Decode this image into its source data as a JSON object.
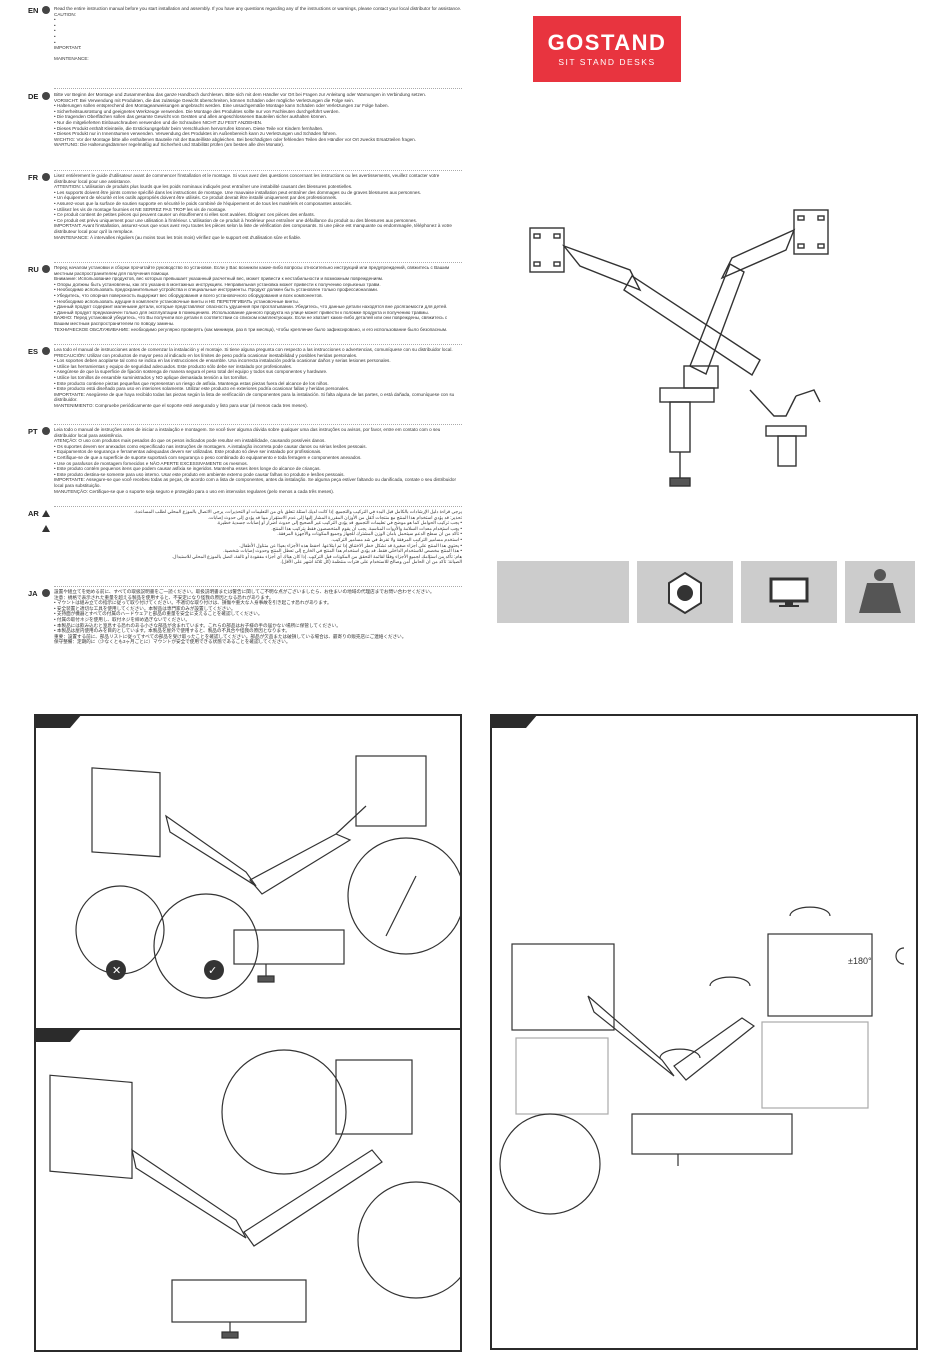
{
  "brand": {
    "name": "GOSTAND",
    "tagline": "SIT STAND DESKS",
    "color": "#e8343f"
  },
  "languages": [
    {
      "code": "EN",
      "text": "Read the entire instruction manual before you start installation and assembly. If you have any questions regarding any of the instructions or warnings, please contact your local distributor for assistance.\nCAUTION:\n•\n•\n•\n•\n•\nIMPORTANT:\n\nMAINTENANCE:"
    },
    {
      "code": "DE",
      "text": "Bitte vor Beginn der Montage und Zusammenbau das ganze Handbuch durchlesen. Bitte sich mit dem Händler vor Ort bei Fragen zur Anleitung oder Warnungen in Verbindung setzen.\nVORSICHT: Bei Verwendung mit Produkten, die das zulässige Gewicht überschreiten, können Schäden oder mögliche Verletzungen die Folge sein.\n• Halterungen sollen entsprechend den Montageanweisungen angebracht werden. Eine unsachgemäße Montage kann Schäden oder Verletzungen zur Folge haben.\n• Sicherheitsausrüstung und geeignetes Werkzeuge verwenden. Die Montage des Produktes sollte nur von Fachleuten durchgeführt werden.\n• Die tragenden Oberflächen sollen das gesamte Gewicht von Geräten und allen angeschlossenen Bauteilen sicher aushalten können.\n• Nur die mitgelieferten Einbauschrauben verwenden und die Schrauben NICHT ZU FEST ANZIEHEN.\n• Dieses Produkt enthält Kleinteile, die Erstickungsgefahr beim Verschlucken hervorrufen können. Diese Teile vor Kindern fernhalten.\n• Dieses Produkt nur in Innenräumen verwenden. Verwendung des Produktes im Außenbereich kann zu Verletzungen und Schäden führen.\nWICHTIG: Vor der Montage bitte alle enthaltenen Bauteile mit der Bauteilliste abgleichen. Bei beschädigten oder fehlenden Teilen den Händler vor Ort zwecks Ersatzteilen fragen.\nWARTUNG: Die Halterungsdämmer regelmäßig auf Sicherheit und Stabilität prüfen (am besten alle drei Monate)."
    },
    {
      "code": "FR",
      "text": "Lisez entièrement le guide d'utilisateur avant de commencer l'installation et le montage. Si vous avez des questions concernant les instructions ou les avertissements, veuillez contacter votre distributeur local pour une assistance.\nATTENTION: L'utilisation de produits plus lourds que les poids nominaux indiqués peut entraîner une instabilité causant des blessures potentielles.\n• Les supports doivent être joints comme spécifié dans les instructions de montage. Une mauvaise installation peut entraîner des dommages ou de graves blessures aux personnes.\n• Un équipement de sécurité et les outils appropriés doivent être utilisés. Ce produit devrait être installé uniquement par des professionnels.\n• Assurez-vous que la surface de soutien supporte en sécurité le poids combiné de l'équipement et de tous les matériels et composantes associés.\n• Utilisez les vis de montage fournies et NE SERREZ PAS TROP les vis de montage.\n• Ce produit contient de petites pièces qui peuvent causer un étouffement si elles sont avalées. Éloignez ces pièces des enfants.\n• Ce produit est prévu uniquement pour une utilisation à l'intérieur. L'utilisation de ce produit à l'extérieur peut entraîner une défaillance du produit ou des blessures aux personnes.\nIMPORTANT: Avant l'installation, assurez-vous que vous avez reçu toutes les pièces selon la liste de vérification des composants. Si une pièce est manquante ou endommagée, téléphonez à votre distributeur local pour qu'il la remplace.\nMAINTENANCE: À intervalles réguliers (au moins tous les trois mois) vérifiez que le support est d'utilisation sûre et fiable."
    },
    {
      "code": "RU",
      "text": "Перед началом установки и сборки прочитайте руководство по установке. Если у Вас возникли какие-либо вопросы относительно инструкций или предупреждений, свяжитесь с Вашим местным распространителем для получения помощи.\nВнимание: Использование продуктов, вес которых превышает указанный расчетный вес, может привести к нестабильности и возможным повреждениям.\n• Опоры должны быть установлены, как это указано в монтажных инструкциях. Неправильная установка может привести к получению серьезных травм.\n• Необходимо использовать предохранительные устройства и специальные инструменты. Продукт должен быть установлен только профессионалами.\n• Убедитесь, что опорная поверхность выдержит вес оборудования и всего установочного оборудования и всех компонентов.\n• Необходимо использовать идущие в комплекте установочные винты и НЕ ПЕРЕТЯГИВАТЬ установочные винты.\n• Данный продукт содержит маленькие детали, которые представляют опасность удушения при проглатывании. Убедитесь, что данные детали находятся вне досягаемости для детей.\n• Данный продукт предназначен только для эксплуатации в помещениях. Использование данного продукта на улице может привести к поломке продукта и получению травмы.\nВАЖНО: Перед установкой убедитесь, что Вы получили все детали в соответствии со списком комплектующих. Если не хватает каких-либо деталей или они повреждены, свяжитесь с Вашим местным распространителем по поводу замены.\nТЕХНИЧЕСКОЕ ОБСЛУЖИВАНИЕ: необходимо регулярно проверять (как минимум, раз в три месяца), чтобы крепление было зафиксировано, и его использование было безопасным."
    },
    {
      "code": "ES",
      "text": "Lea todo el manual de instrucciones antes de comenzar la instalación y el montaje. Si tiene alguna pregunta con respecto a las instrucciones o advertencias, comuníquese con su distribuidor local.\nPRECAUCIÓN: Utilizar con productos de mayor peso al indicado en los límites de peso podría ocasionar inestabilidad y posibles heridas personales.\n• Los soportes deben acoplarse tal como se indica en las instrucciones de ensamble. Una incorrecta instalación podría ocasionar daños y serias lesiones personales.\n• Utilice las herramientas y equipo de seguridad adecuados. Este producto sólo debe ser instalado por profesionales.\n• Asegúrese de que la superficie de fijación sostenga de manera segura el peso total del equipo y todos sus componentes y hardware.\n• Utilice los tornillos de ensamble suministrados y NO aplique demasiada tensión a los tornillos.\n• Este producto contiene piezas pequeñas que representan un riesgo de asfixia. Mantenga estas piezas fuera del alcance de los niños.\n• Este producto está diseñado para uso en interiores solamente. Utilizar este producto en exteriores podría ocasionar fallas y heridas personales.\nIMPORTANTE: Asegúrese de que haya recibido todas las piezas según la lista de verificación de componentes para la instalación. Si falta alguna de las partes, o está dañada, comuníquese con su distribuidor.\nMANTENIMIENTO: Compruebe periódicamente que el soporte esté asegurado y listo para usar (al menos cada tres meses)."
    },
    {
      "code": "PT",
      "text": "Leia todo o manual de instruções antes de iniciar a instalação e montagem. Se você tiver alguma dúvida sobre qualquer uma das instruções ou avisos, por favor, entre em contato com o seu distribuidor local para assistência.\nATENÇÃO: O uso com produtos mais pesados do que os pesos indicados pode resultar em instabilidade, causando possíveis danos.\n• Os suportes devem ser anexados como especificado nas instruções de montagem. A instalação incorreta pode causar danos ou sérias lesões pessoais.\n• Equipamentos de segurança e ferramentas adequadas devem ser utilizadas. Este produto só deve ser instalado por profissionais.\n• Certifique-se de que a superfície de suporte suportará com segurança o peso combinado do equipamento e toda ferragem e componentes anexados.\n• Use os parafusos de montagem fornecidos e NÃO APERTE EXCESSIVAMENTE os mesmos.\n• Este produto contém pequenos itens que podem causar asfixia se ingeridos. Mantenha esses itens longe do alcance de crianças.\n• Este produto destina-se somente para uso interno. Usar este produto em ambiente externo pode causar falhas no produto e lesões pessoais.\nIMPORTANTE: Assegure-se que você recebeu todas as peças, de acordo com a lista de componentes, antes da instalação. Se alguma peça estiver faltando ou danificada, contate o seu distribuidor local para substituição.\nMANUTENÇÃO: Certifique-se que o suporte seja seguro e protegido para o uso em intervalos regulares (pelo menos a cada três meses)."
    },
    {
      "code": "AR",
      "text": "يرجى قراءة دليل الإرشادات بالكامل قبل البدء في التركيب والتجميع. إذا كانت لديك أسئلة تتعلق بأي من التعليمات أو التحذيرات، يرجى الاتصال بالموزع المحلي لطلب المساعدة.\nتحذير: قد يؤدي استخدام هذا المنتج مع منتجات أثقل من الأوزان المقررة المشار إليها إلى عدم الاستقرار مما قد يؤدي إلى حدوث إصابات.\n• يجب تركيب الحوامل كما هو موضح في تعليمات التجميع. قد يؤدي التركيب غير الصحيح إلى حدوث أضرار أو إصابات جسدية خطيرة.\n• يجب استخدام معدات السلامة والأدوات المناسبة. يجب أن يقوم المتخصصون فقط بتركيب هذا المنتج.\n• تأكد من أن سطح الدعم سيتحمل بأمان الوزن المشترك للجهاز وجميع المكونات والأجهزة المرفقة.\n• استخدم مسامير التركيب المرفقة ولا تفرط في شد مسامير التركيب.\n• يحتوي هذا المنتج على أجزاء صغيرة قد تشكل خطر الاختناق إذا تم ابتلاعها. احفظ هذه الأجزاء بعيدًا عن متناول الأطفال.\n• هذا المنتج مخصص للاستخدام الداخلي فقط. قد يؤدي استخدام هذا المنتج في الخارج إلى تعطل المنتج وحدوث إصابات شخصية.\nهام: تأكد من استلامك لجميع الأجزاء وفقًا لقائمة التحقق من المكونات قبل التركيب. إذا كان هناك أي أجزاء مفقودة أو تالفة، اتصل بالموزع المحلي للاستبدال.\nالصيانة: تأكد من أن الحامل آمن وصالح للاستخدام على فترات منتظمة (كل ثلاثة أشهر على الأقل)."
    },
    {
      "code": "JA",
      "text": "設置や組立てを始める前に、すべての取扱説明書をご一読ください。取扱説明書または警告に関してご不明な点がございましたら、お住まいの地域の代理店までお問い合わせください。\n注意：規格で表示された重量を超える製品を使用すると、不安定になり怪我の原因となる恐れがあります。\n• マウントは組み立ての指示に従って取り付けてください。不適切な取り付けは、損傷や重大な人身事故を引き起こす恐れがあります。\n• 安全装置と適切な工具を使用してください。本製品は専門家のみが設置してください。\n• 支持面が機器とすべての付属のハードウェアと部品の重量を安全に支えることを確認してください。\n• 付属の取付ネジを使用し、取付ネジを締め過ぎないでください。\n• 本製品には飲み込むと窒息する恐れのある小さな部品が含まれています。これらの部品はお子様の手の届かない場所に保管してください。\n• 本製品は屋内使用のみを目的としています。本製品を屋外で使用すると、製品の不具合や怪我の原因となります。\n重要：設置する前に、部品リストに従ってすべての部品を受け取ったことを確認してください。部品が欠品または破損している場合は、最寄りの販売店にご連絡ください。\n保守整備：定期的に（少なくとも3ヶ月ごとに）マウントが安全で使用できる状態であることを確認してください。"
    }
  ],
  "icons": [
    {
      "name": "blank-tile"
    },
    {
      "name": "vesa-plate-icon"
    },
    {
      "name": "monitor-icon"
    },
    {
      "name": "weight-icon"
    }
  ],
  "rotation_label": "±180°",
  "colors": {
    "panel_border": "#2b2b2b",
    "tile_bg": "#cccccc",
    "tile_accent": "#ffffff"
  }
}
